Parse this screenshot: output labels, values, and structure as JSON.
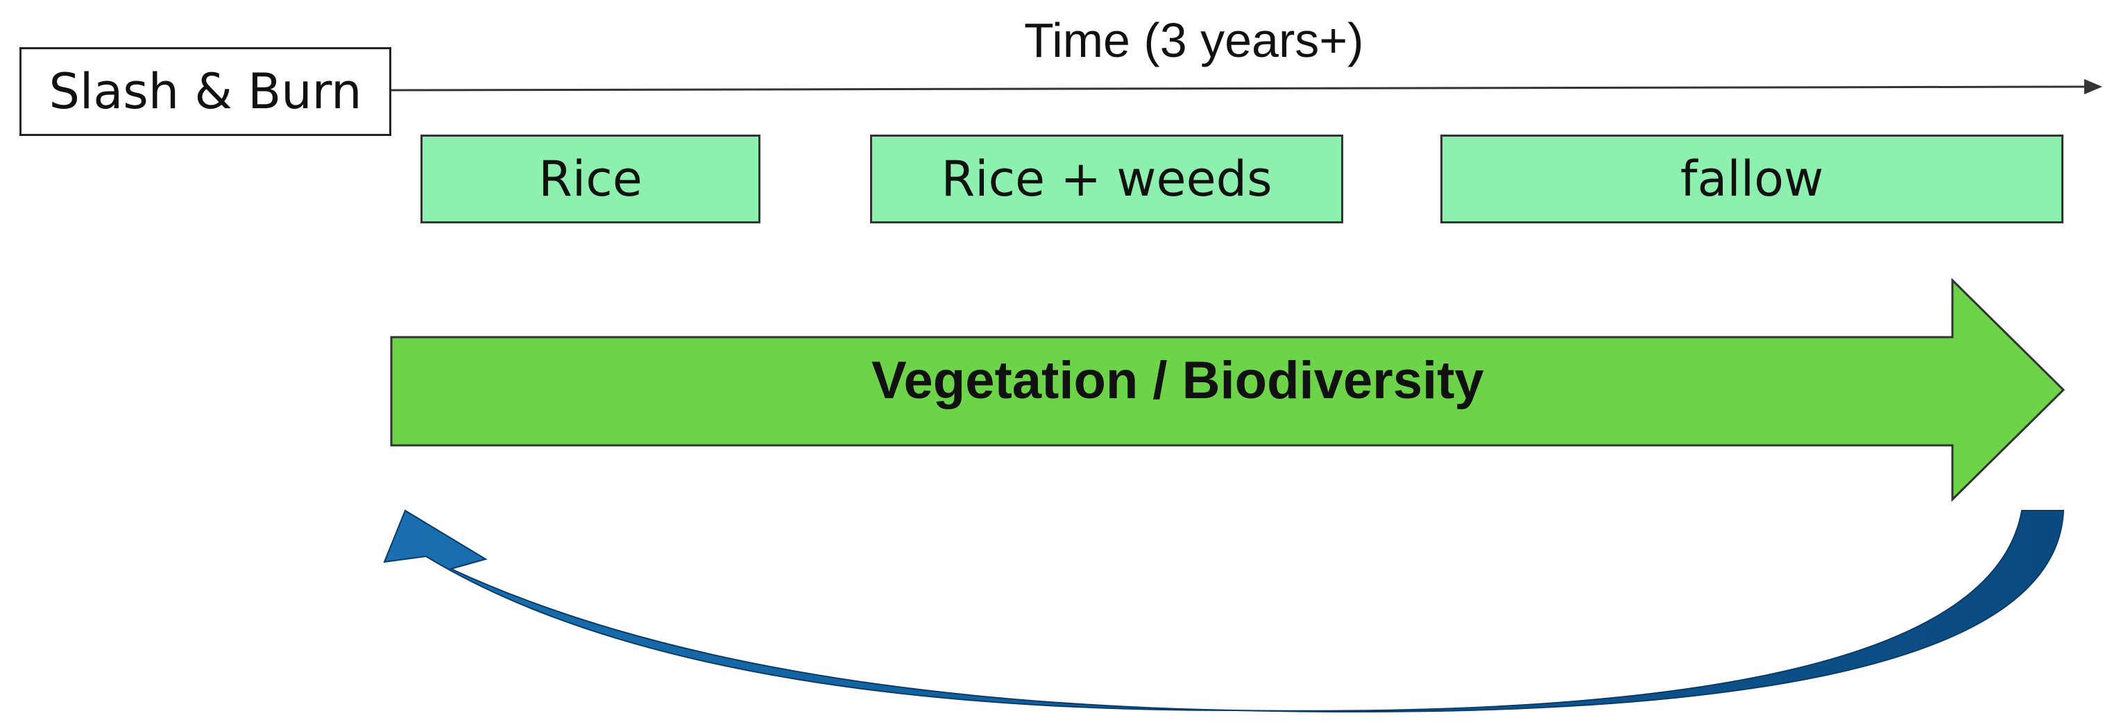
{
  "start": {
    "label": "Slash & Burn"
  },
  "timeline": {
    "label": "Time (3 years+)"
  },
  "phases": [
    {
      "label": "Rice"
    },
    {
      "label": "Rice + weeds"
    },
    {
      "label": "fallow"
    }
  ],
  "trend_arrow": {
    "label": "Vegetation / Biodiversity"
  },
  "colors": {
    "phase_fill": "#8ef0ae",
    "trend_arrow_fill": "#6dd44a",
    "cycle_arrow_light": "#1a6fb0",
    "cycle_arrow_dark": "#0a4a80"
  }
}
